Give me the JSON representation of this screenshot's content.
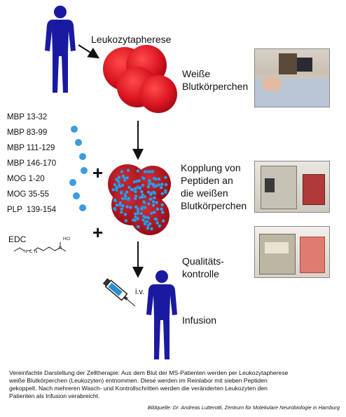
{
  "steps": {
    "leukapheresis": "Leukozytapherese",
    "white_cells": [
      "Weiße",
      "Blutkörperchen"
    ],
    "coupling": [
      "Kopplung von",
      "Peptiden an",
      "die weißen",
      "Blutkörperchen"
    ],
    "quality": [
      "Qualitäts-",
      "kontrolle"
    ],
    "route": "i.v.",
    "infusion": "Infusion"
  },
  "peptides": [
    "MBP 13-32",
    "MBP 83-99",
    "MBP 111-129",
    "MBP 146-170",
    "MOG 1-20",
    "MOG 35-55",
    "PLP  139-154"
  ],
  "reagent": {
    "name": "EDC",
    "salt": "HCl"
  },
  "plus_sign": "+",
  "caption": [
    "Vereinfachte Darstellung der Zelltherapie: Aus dem Blut der MS-Patienten werden per Leukozytapherese",
    "weiße Blutkörperchen (Leukozyten) entnommen. Diese werden im Reinlabor mit sieben Peptiden",
    "gekoppelt. Nach mehreren Wasch- und Kontrollschritten werden die veränderten Leukozyten den",
    "Patienten als Infusion verabreicht."
  ],
  "credit": "Bildquelle: Dr. Andreas Lutterotti, Zentrum für Molekulare Neurobiologie in Hamburg",
  "colors": {
    "person": "#1a1aa0",
    "cell": "#d81420",
    "peptide_dot": "#3d9be0",
    "arrow": "#111111"
  },
  "icons": [
    "person-icon",
    "syringe-icon",
    "red-blood-cells-icon",
    "coupled-cells-icon",
    "edc-structure-icon"
  ]
}
